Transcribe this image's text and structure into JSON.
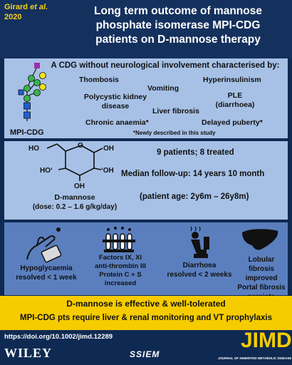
{
  "header": {
    "author": "Girard",
    "author_etal": "et al.",
    "year": "2020",
    "title_line1": "Long term outcome of mannose",
    "title_line2": "phosphate isomerase MPI-CDG",
    "title_line3": "patients on D-mannose therapy"
  },
  "panel1": {
    "heading": "A CDG without neurological involvement characterised by:",
    "label": "MPI-CDG",
    "features": {
      "thrombosis": "Thombosis",
      "vomiting": "Vomiting",
      "hyperinsulinism": "Hyperinsulinism",
      "pkd1": "Polycystic kidney",
      "pkd2": "disease",
      "liver_fibrosis": "Liver fibrosis",
      "ple1": "PLE",
      "ple2": "(diarrhoea)",
      "anaemia": "Chronic anaemia*",
      "puberty": "Delayed puberty*"
    },
    "footnote": "*Newly described in this study"
  },
  "panel2": {
    "drug": "D-mannose",
    "dose": "(dose: 0.2 – 1.6 g/kg/day)",
    "patients": "9 patients; 8 treated",
    "followup": "Median follow-up: 14 years 10 month",
    "age": "(patient age: 2y6m – 26y8m)",
    "mol_labels": {
      "ho_top": "HO",
      "oh_right": "OH",
      "ho_left": "HOʻ",
      "oh_mid": "ʻOH",
      "oh_bottom": "OH",
      "o_ring": "O"
    }
  },
  "panel3": {
    "hypo1": "Hypoglycaemia",
    "hypo2": "resolved < 1 week",
    "factors1": "Factors IX, XI",
    "factors2": "anti-thrombin III",
    "factors3": "Protein C + S",
    "factors4": "increased",
    "diarr1": "Diarrhoea",
    "diarr2": "resolved < 2 weeks",
    "fib1": "Lobular fibrosis",
    "fib2": "improved",
    "fib3": "Portal fibrosis",
    "fib4": "persists"
  },
  "conclusion": {
    "line1": "D-mannose is effective & well-tolerated",
    "line2": "MPI-CDG pts require liver & renal monitoring and VT prophylaxis"
  },
  "footer": {
    "doi": "https://doi.org/10.1002/jimd.12289",
    "publisher": "WILEY",
    "society": "SSIEM",
    "journal_abbr": "JIMD",
    "journal_full": "JOURNAL OF INHERITED METABOLIC DISEASE"
  },
  "colors": {
    "navy": "#0f2a52",
    "light_blue": "#a7c1e6",
    "mid_blue": "#5b7fbe",
    "yellow": "#f6cc00",
    "glycan_blue": "#1f5fd6",
    "glycan_green": "#39b54a",
    "glycan_yellow": "#f4e31b",
    "glycan_purple": "#9b2fae"
  }
}
